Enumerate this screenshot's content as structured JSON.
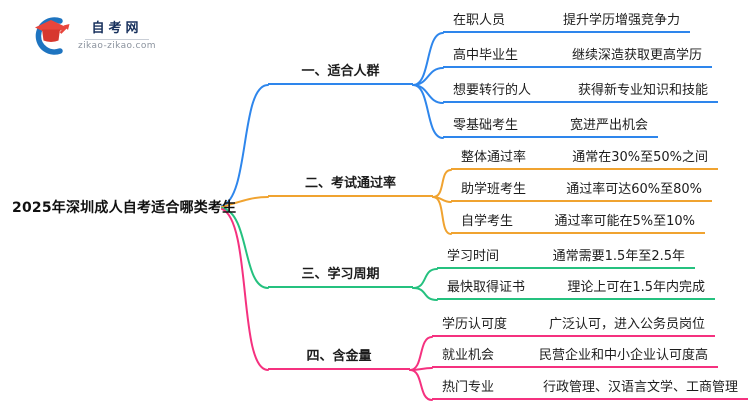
{
  "logo": {
    "site_name": "自考网",
    "site_url": "zikao-zikao.com"
  },
  "central": {
    "title": "2025年深圳成人自考适合哪类考生"
  },
  "branches": [
    {
      "label": "一、适合人群",
      "color": "#2e86ec",
      "children": [
        {
          "label": "在职人员",
          "value": "提升学历增强竞争力"
        },
        {
          "label": "高中毕业生",
          "value": "继续深造获取更高学历"
        },
        {
          "label": "想要转行的人",
          "value": "获得新专业知识和技能"
        },
        {
          "label": "零基础考生",
          "value": "宽进严出机会"
        }
      ]
    },
    {
      "label": "二、考试通过率",
      "color": "#f0a330",
      "children": [
        {
          "label": "整体通过率",
          "value": "通常在30%至50%之间"
        },
        {
          "label": "助学班考生",
          "value": "通过率可达60%至80%"
        },
        {
          "label": "自学考生",
          "value": "通过率可能在5%至10%"
        }
      ]
    },
    {
      "label": "三、学习周期",
      "color": "#25c17f",
      "children": [
        {
          "label": "学习时间",
          "value": "通常需要1.5年至2.5年"
        },
        {
          "label": "最快取得证书",
          "value": "理论上可在1.5年内完成"
        }
      ]
    },
    {
      "label": "四、含金量",
      "color": "#f5317f",
      "children": [
        {
          "label": "学历认可度",
          "value": "广泛认可，进入公务员岗位"
        },
        {
          "label": "就业机会",
          "value": "民营企业和中小企业认可度高"
        },
        {
          "label": "热门专业",
          "value": "行政管理、汉语言文学、工商管理"
        }
      ]
    }
  ],
  "logo_colors": {
    "crescent": "#1e74c0",
    "cap": "#e8453c"
  }
}
